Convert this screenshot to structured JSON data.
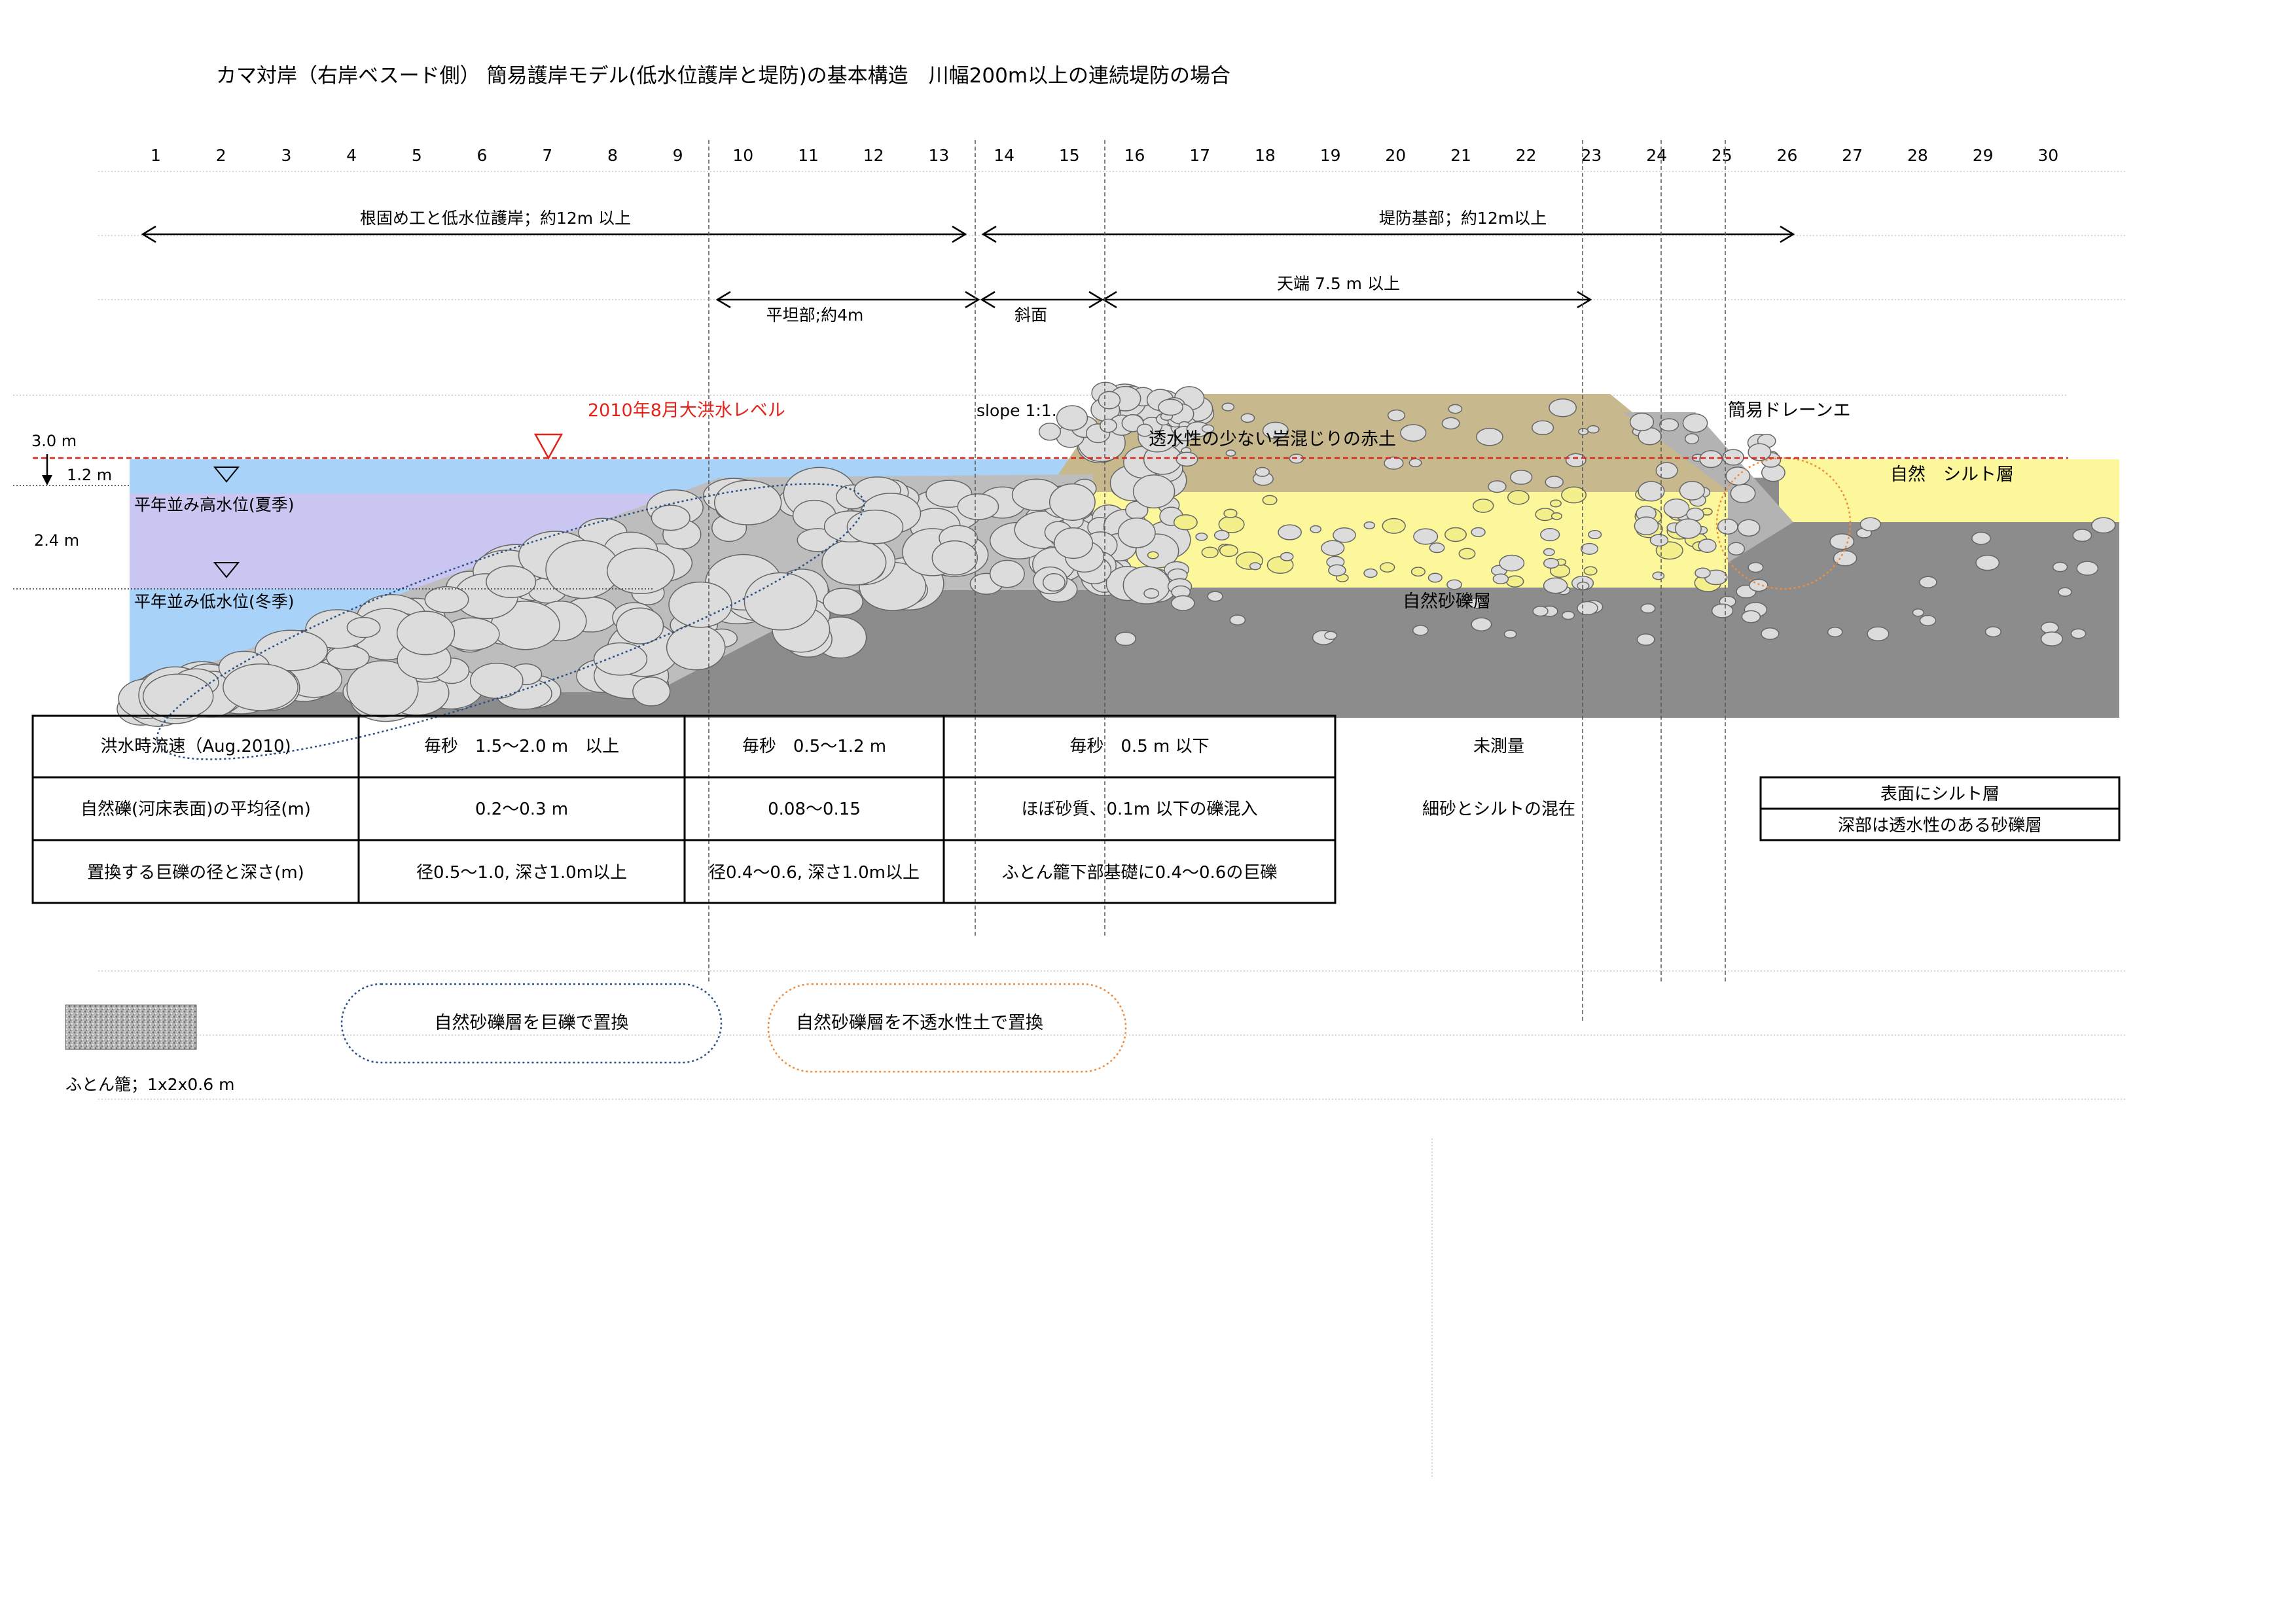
{
  "title": "カマ対岸（右岸ベスード側） 簡易護岸モデル(低水位護岸と堤防)の基本構造　川幅200m以上の連続堤防の場合",
  "columns": [
    "1",
    "2",
    "3",
    "4",
    "5",
    "6",
    "7",
    "8",
    "9",
    "10",
    "11",
    "12",
    "13",
    "14",
    "15",
    "16",
    "17",
    "18",
    "19",
    "20",
    "21",
    "22",
    "23",
    "24",
    "25",
    "26",
    "27",
    "28",
    "29",
    "30"
  ],
  "dimensions": {
    "toe_and_low_revetment": "根固め工と低水位護岸；約12m 以上",
    "levee_base": "堤防基部；約12m以上",
    "flat_section": "平坦部;約4m",
    "slope": "斜面",
    "crest": "天端 7.5 m 以上"
  },
  "water": {
    "flood_level": "2010年8月大洪水レベル",
    "slope_label": "slope 1:1.",
    "height_3m": "3.0 m",
    "height_1_2m": "1.2 m",
    "height_2_4m": "2.4 m",
    "summer_level": "平年並み高水位(夏季)",
    "winter_level": "平年並み低水位(冬季)"
  },
  "layers": {
    "red_soil": "透水性の少ない岩混じりの赤土",
    "drain": "簡易ドレーンエ",
    "natural_silt": "自然　シルト層",
    "natural_gravel": "自然砂礫層"
  },
  "colors": {
    "water_blue": "#a8d2f8",
    "water_lavender": "#c9c7f2",
    "gravel_gray": "#8c8c8c",
    "sand_yellow": "#fbf79a",
    "red_soil_khaki": "#c7b98d",
    "flood_line_red": "#e2231a",
    "stone_fill": "#dcdcdc"
  },
  "table": {
    "row1": {
      "label": "洪水時流速（Aug.2010)",
      "c1": "毎秒　1.5～2.0 m　以上",
      "c2": "毎秒　0.5～1.2 m",
      "c3": "毎秒　0.5 m 以下",
      "c4": "未測量"
    },
    "row2": {
      "label": "自然礫(河床表面)の平均径(m)",
      "c1": "0.2～0.3 m",
      "c2": "0.08～0.15",
      "c3": "ほぼ砂質、0.1m 以下の礫混入",
      "c4": "細砂とシルトの混在",
      "c5a": "表面にシルト層",
      "c5b": "深部は透水性のある砂礫層"
    },
    "row3": {
      "label": "置換する巨礫の径と深さ(m)",
      "c1": "径0.5～1.0, 深さ1.0m以上",
      "c2": "径0.4～0.6, 深さ1.0m以上",
      "c3": "ふとん籠下部基礎に0.4～0.6の巨礫"
    }
  },
  "legend": {
    "gabion": "ふとん籠；1x2x0.6 m",
    "blue_zone": "自然砂礫層を巨礫で置換",
    "orange_zone": "自然砂礫層を不透水性土で置換"
  }
}
